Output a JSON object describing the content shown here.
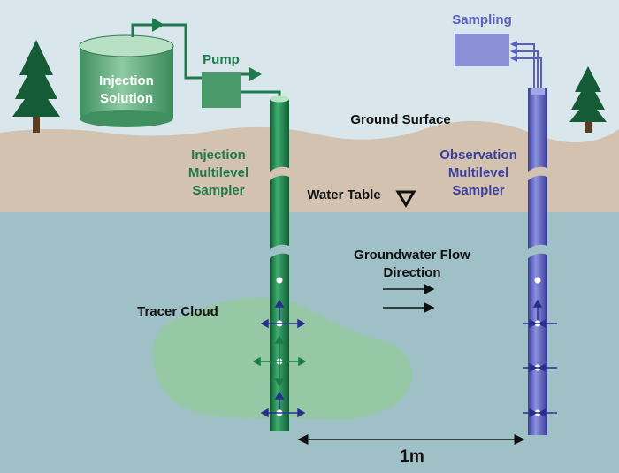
{
  "labels": {
    "injection_solution_line1": "Injection",
    "injection_solution_line2": "Solution",
    "pump": "Pump",
    "sampling": "Sampling",
    "ground_surface": "Ground Surface",
    "injection_sampler_line1": "Injection",
    "injection_sampler_line2": "Multilevel",
    "injection_sampler_line3": "Sampler",
    "observation_sampler_line1": "Observation",
    "observation_sampler_line2": "Multilevel",
    "observation_sampler_line3": "Sampler",
    "water_table": "Water Table",
    "flow_line1": "Groundwater Flow",
    "flow_line2": "Direction",
    "tracer_cloud": "Tracer Cloud",
    "distance": "1m"
  },
  "colors": {
    "sky": "#d9e6ec",
    "ground": "#d3c2b0",
    "water": "#9fc0c7",
    "injection_green": "#1e7a4a",
    "observation_blue": "#5a5fbf",
    "tracer": "#97c8a6",
    "tree": "#155c36"
  }
}
